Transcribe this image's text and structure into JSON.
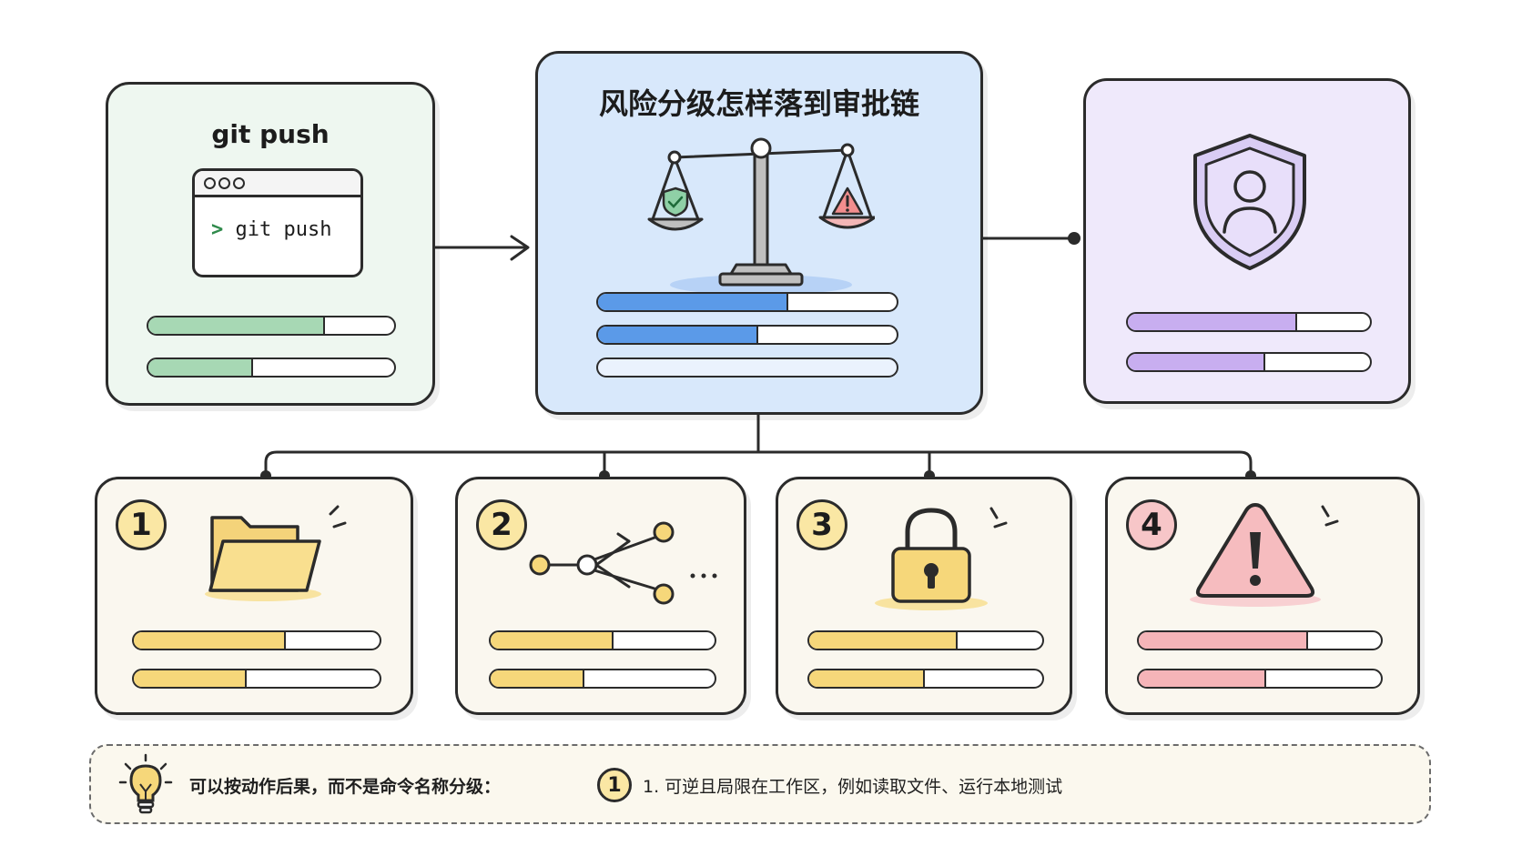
{
  "diagram": {
    "title": "风险分级怎样落到审批链",
    "source": {
      "title": "git push",
      "terminal_command": "git push",
      "terminal_prompt": ">",
      "bars": [
        0.71,
        0.42
      ],
      "color": "#a7d8b4"
    },
    "center": {
      "bars": [
        0.63,
        0.53,
        0.0
      ],
      "color": "#5b9ae8",
      "icon": "balance-scale-icon"
    },
    "right": {
      "bars": [
        0.69,
        0.56
      ],
      "color": "#c8aef0",
      "icon": "shield-user-icon"
    },
    "levels": [
      {
        "number": "1",
        "icon": "folder-icon",
        "bars": [
          0.61,
          0.45
        ],
        "color": "#f6d77a",
        "badge_color": "#fae7a4"
      },
      {
        "number": "2",
        "icon": "branch-icon",
        "bars": [
          0.54,
          0.41
        ],
        "color": "#f6d77a",
        "badge_color": "#fae7a4"
      },
      {
        "number": "3",
        "icon": "lock-icon",
        "bars": [
          0.63,
          0.49
        ],
        "color": "#f6d77a",
        "badge_color": "#fae7a4"
      },
      {
        "number": "4",
        "icon": "warning-icon",
        "bars": [
          0.69,
          0.52
        ],
        "color": "#f5b4b8",
        "badge_color": "#f7c6c8"
      }
    ],
    "note": {
      "lead": "可以按动作后果，而不是命令名称分级：",
      "badge": "1",
      "text": "1. 可逆且局限在工作区，例如读取文件、运行本地测试"
    }
  }
}
